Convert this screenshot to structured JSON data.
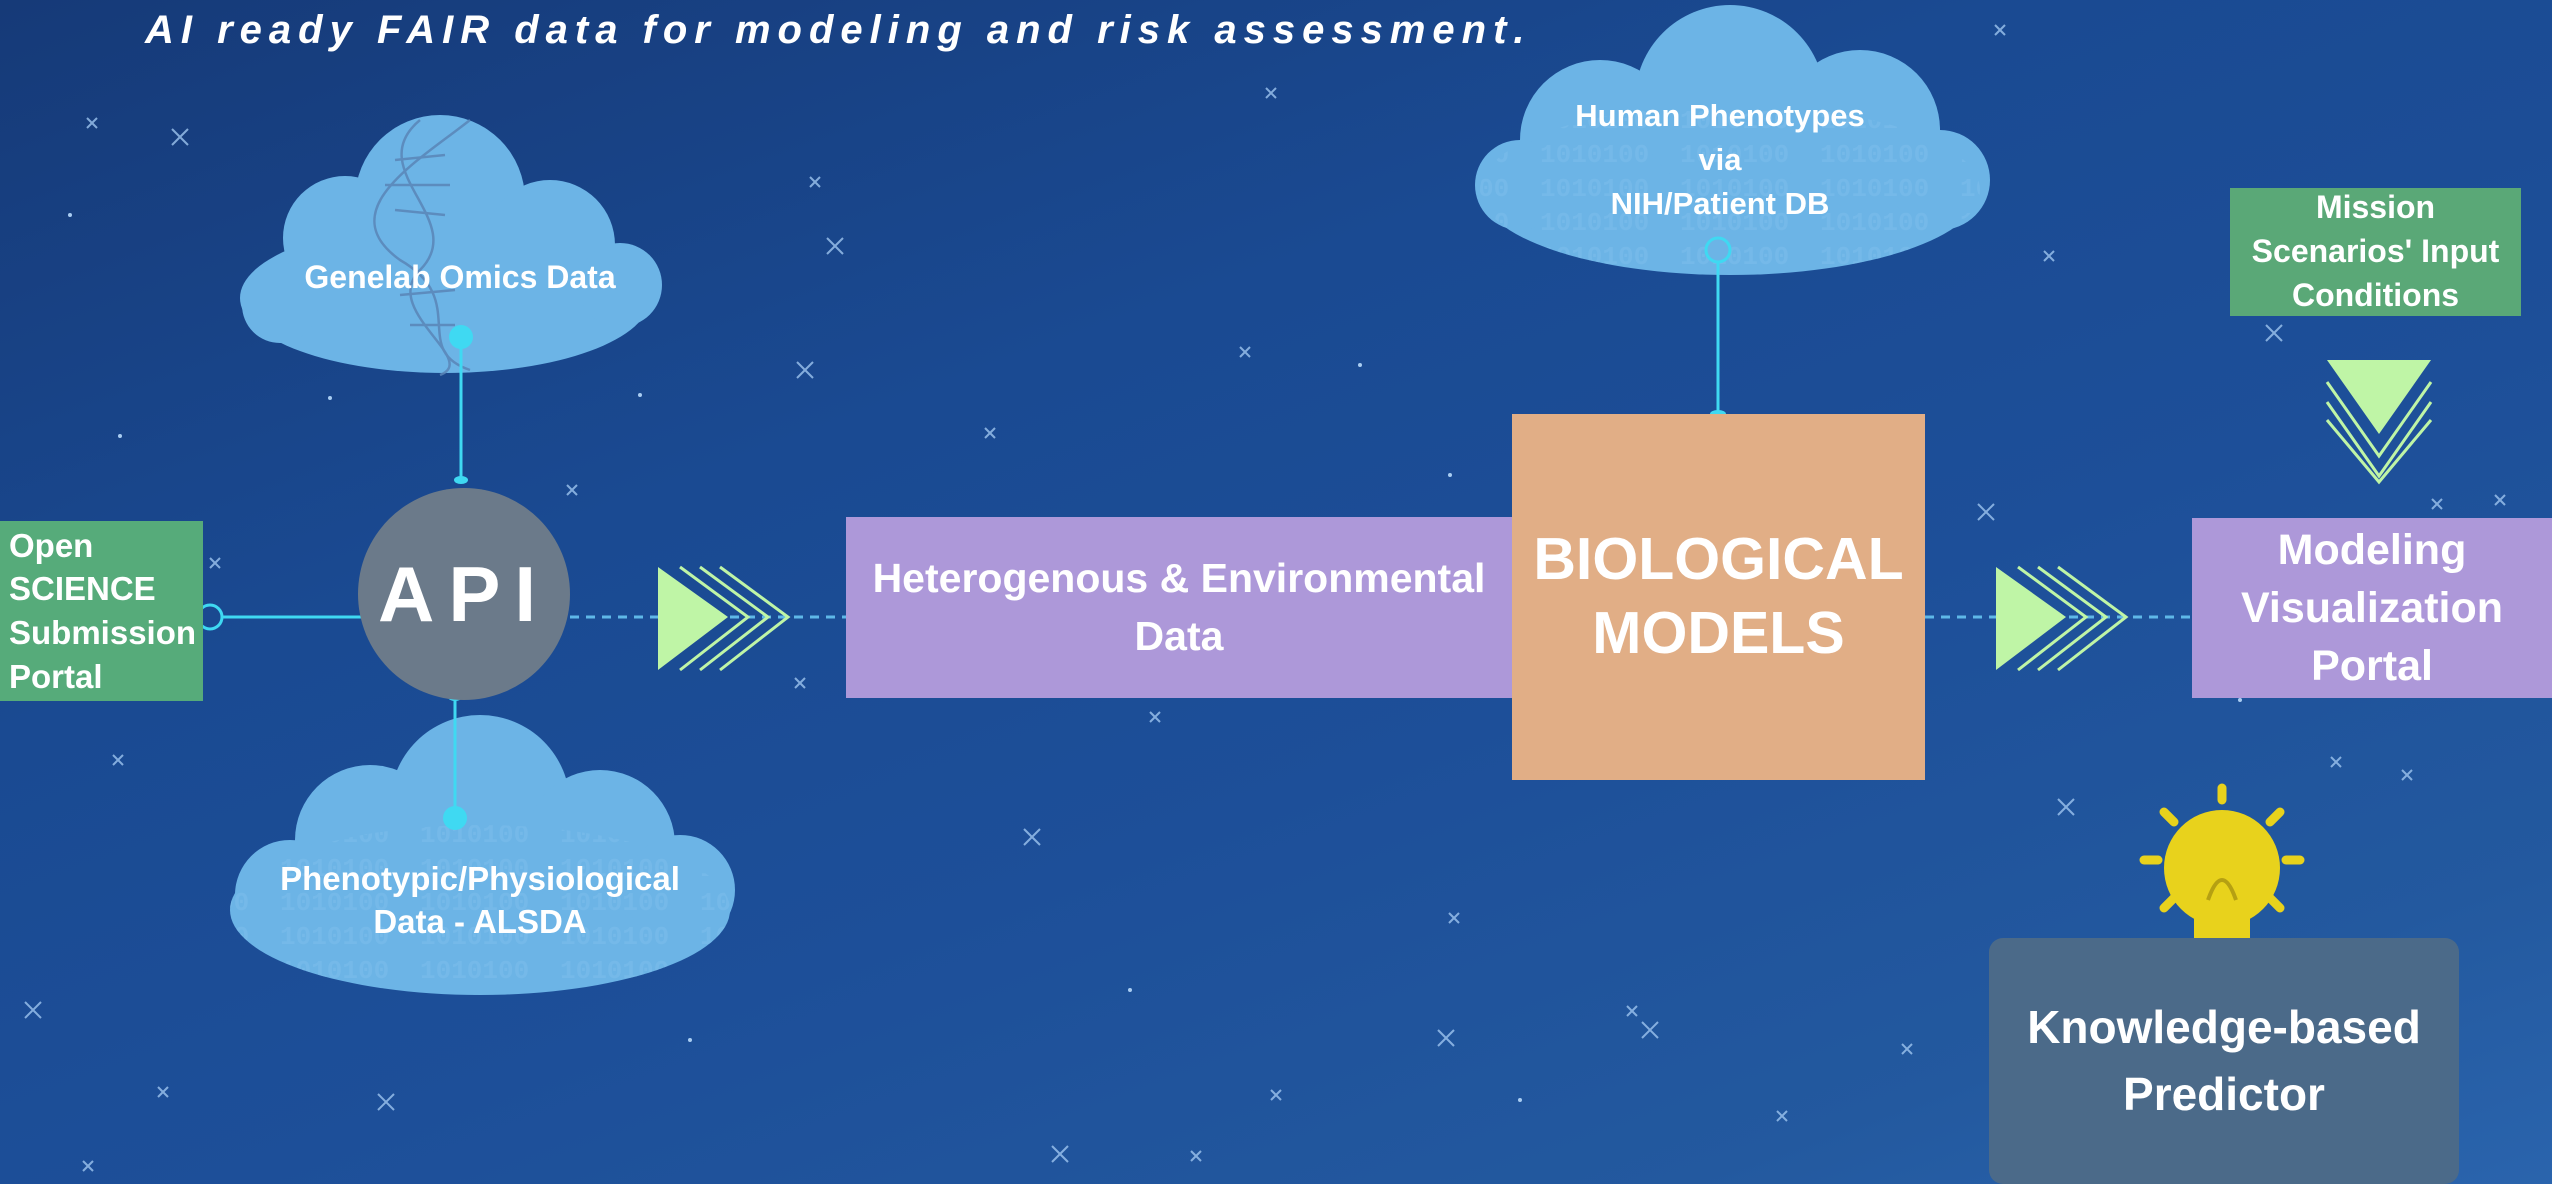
{
  "subtitle": "AI ready FAIR data for modeling and risk assessment.",
  "nodes": {
    "genelab": "Genelab Omics Data",
    "phenotypic": [
      "Phenotypic/Physiological",
      "Data - ALSDA"
    ],
    "human": [
      "Human Phenotypes",
      "via",
      "NIH/Patient DB"
    ],
    "open_science": [
      "Open",
      "SCIENCE",
      "Submission",
      "Portal"
    ],
    "api": "API",
    "heterogenous": [
      "Heterogenous & Environmental",
      "Data"
    ],
    "biological": [
      "BIOLOGICAL",
      "MODELS"
    ],
    "mission": [
      "Mission",
      "Scenarios' Input",
      "Conditions"
    ],
    "modeling": [
      "Modeling",
      "Visualization",
      "Portal"
    ],
    "knowledge": [
      "Knowledge-based",
      "Predictor"
    ]
  },
  "colors": {
    "background": "#1d4f99",
    "cloud": "#6cb4e6",
    "green_box": "#56ab7a",
    "purple_box": "#ad98d9",
    "orange_box": "#e1ae86",
    "api_circle": "#6b7a8a",
    "predictor_box": "#4b6a89",
    "connector": "#3fd9f2",
    "arrow": "#bff5a6",
    "bulb": "#e8d21c"
  },
  "icons": {
    "dna": "dna-icon",
    "bulb": "lightbulb-icon",
    "arrow": "chevron-arrow-icon"
  }
}
